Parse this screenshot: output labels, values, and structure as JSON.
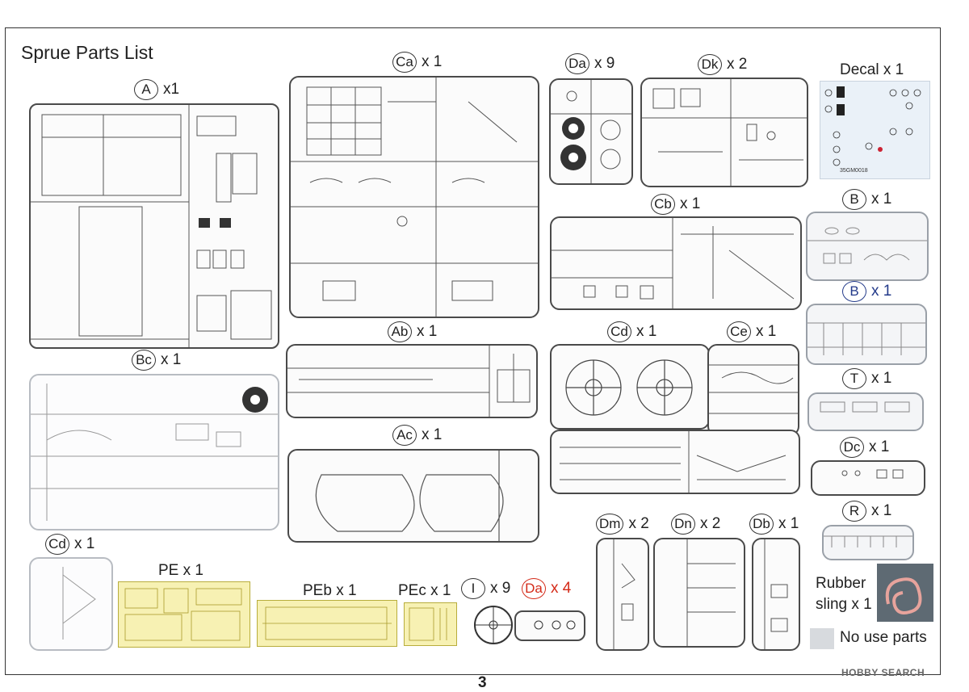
{
  "title": "Sprue Parts List",
  "page_number": "3",
  "watermark": "HOBBY SEARCH",
  "sprues": {
    "A": {
      "code": "A",
      "qty": "x1"
    },
    "Ca": {
      "code": "Ca",
      "qty": "x 1"
    },
    "Da9": {
      "code": "Da",
      "qty": "x 9"
    },
    "Dk": {
      "code": "Dk",
      "qty": "x 2"
    },
    "Cb": {
      "code": "Cb",
      "qty": "x 1"
    },
    "B": {
      "code": "B",
      "qty": "x 1"
    },
    "Bblue": {
      "code": "B",
      "qty": "x 1"
    },
    "Ab": {
      "code": "Ab",
      "qty": "x 1"
    },
    "Cd": {
      "code": "Cd",
      "qty": "x 1"
    },
    "Ce": {
      "code": "Ce",
      "qty": "x 1"
    },
    "T": {
      "code": "T",
      "qty": "x 1"
    },
    "Bc": {
      "code": "Bc",
      "qty": "x 1"
    },
    "Ac": {
      "code": "Ac",
      "qty": "x 1"
    },
    "Dc": {
      "code": "Dc",
      "qty": "x 1"
    },
    "R": {
      "code": "R",
      "qty": "x 1"
    },
    "Dm": {
      "code": "Dm",
      "qty": "x 2"
    },
    "Dn": {
      "code": "Dn",
      "qty": "x 2"
    },
    "Db": {
      "code": "Db",
      "qty": "x 1"
    },
    "Cd2": {
      "code": "Cd",
      "qty": "x 1"
    },
    "I": {
      "code": "I",
      "qty": "x 9"
    },
    "Da4": {
      "code": "Da",
      "qty": "x 4"
    }
  },
  "photo_etch": {
    "pe": "PE x 1",
    "peb": "PEb x 1",
    "pec": "PEc x 1"
  },
  "decal": {
    "label": "Decal x 1",
    "code": "35GM0018"
  },
  "rubber_sling": {
    "line1": "Rubber",
    "line2": "sling x 1"
  },
  "legend": {
    "no_use": "No use parts"
  },
  "colors": {
    "frame": "#4a4a4a",
    "grey_frame": "#9aa0a8",
    "pe_fill": "#f7f1b3",
    "red": "#d42a18",
    "blue": "#233a8a",
    "no_use_swatch": "#d7dade"
  }
}
